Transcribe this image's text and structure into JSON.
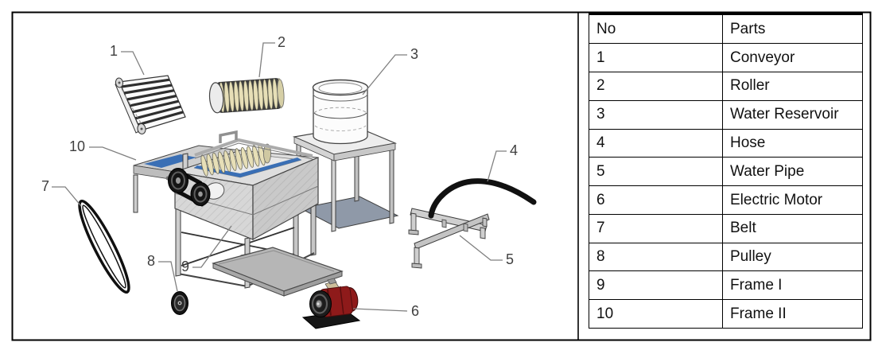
{
  "parts_table": {
    "col_headers": [
      "No",
      "Parts"
    ],
    "rows": [
      {
        "no": "1",
        "part": "Conveyor"
      },
      {
        "no": "2",
        "part": "Roller"
      },
      {
        "no": "3",
        "part": "Water Reservoir"
      },
      {
        "no": "4",
        "part": "Hose"
      },
      {
        "no": "5",
        "part": "Water Pipe"
      },
      {
        "no": "6",
        "part": "Electric Motor"
      },
      {
        "no": "7",
        "part": "Belt"
      },
      {
        "no": "8",
        "part": "Pulley"
      },
      {
        "no": "9",
        "part": "Frame I"
      },
      {
        "no": "10",
        "part": "Frame II"
      }
    ]
  },
  "diagram": {
    "callouts": [
      "1",
      "2",
      "3",
      "4",
      "5",
      "6",
      "7",
      "8",
      "9",
      "10"
    ],
    "colors": {
      "accent_blue": "#3a6fb5",
      "roller_tan": "#e7dfb7",
      "motor_red": "#8e1a1a",
      "hose_black": "#111111",
      "belt_black": "#101010",
      "floor_slate": "#8f99a8",
      "machine_grey": "#d9d9d9",
      "border_black": "#000000"
    }
  }
}
